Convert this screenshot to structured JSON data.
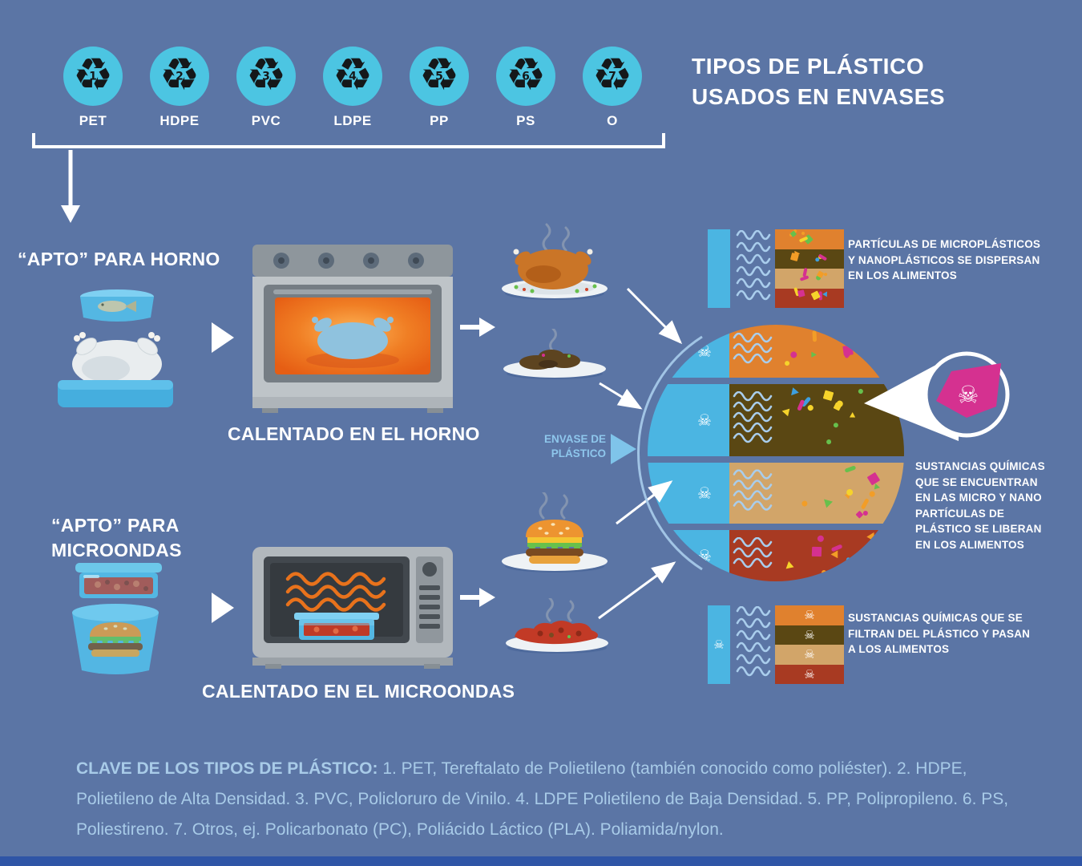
{
  "title": "TIPOS DE PLÁSTICO\nUSADOS EN ENVASES",
  "plastic_types": [
    {
      "number": "1",
      "label": "PET"
    },
    {
      "number": "2",
      "label": "HDPE"
    },
    {
      "number": "3",
      "label": "PVC"
    },
    {
      "number": "4",
      "label": "LDPE"
    },
    {
      "number": "5",
      "label": "PP"
    },
    {
      "number": "6",
      "label": "PS"
    },
    {
      "number": "7",
      "label": "O"
    }
  ],
  "oven": {
    "heading": "“APTO” PARA HORNO",
    "caption": "CALENTADO EN EL HORNO"
  },
  "microwave": {
    "heading": "“APTO” PARA\nMICROONDAS",
    "caption": "CALENTADO EN EL MICROONDAS"
  },
  "envase_label": "ENVASE DE\nPLÁSTICO",
  "annotations": {
    "dispersion": "PARTÍCULAS DE MICROPLÁSTICOS\nY NANOPLÁSTICOS SE DISPERSAN\nEN LOS ALIMENTOS",
    "release": "SUSTANCIAS QUÍMICAS\nQUE SE ENCUENTRAN\nEN LAS MICRO Y NANO\nPARTÍCULAS DE\nPLÁSTICO SE LIBERAN\nEN LOS ALIMENTOS",
    "leach": "SUSTANCIAS QUÍMICAS QUE SE\nFILTRAN DEL PLÁSTICO Y PASAN\nA LOS ALIMENTOS"
  },
  "key": {
    "lead": "CLAVE DE LOS TIPOS DE PLÁSTICO:",
    "body": "1. PET, Tereftalato de Polietileno (también conocido como poliéster). 2. HDPE, Polietileno de Alta Densidad. 3. PVC, Policloruro de Vinilo. 4. LDPE Polietileno de Baja Densidad. 5. PP, Polipropileno. 6. PS, Poliestireno. 7. Otros, ej. Policarbonato (PC), Poliácido Láctico (PLA). Poliamida/nylon."
  },
  "icons": {
    "recycling": "♻",
    "skull": "☠",
    "arrow_right": "▶"
  },
  "colors": {
    "background": "#5b75a5",
    "accent_teal": "#4cc5e2",
    "container_blue": "#4bb5e2",
    "wave": "#a9cdec",
    "band_orange": "#e0812e",
    "band_brown": "#5a4713",
    "band_tan": "#d2a569",
    "band_red": "#a83a22",
    "toxin_pink": "#d53190",
    "key_text": "#a8cbe8",
    "footer_bar": "#2f55a6",
    "confetti": [
      "#f6d32b",
      "#3e9fdf",
      "#d53190",
      "#67c04c",
      "#f29d27"
    ]
  }
}
